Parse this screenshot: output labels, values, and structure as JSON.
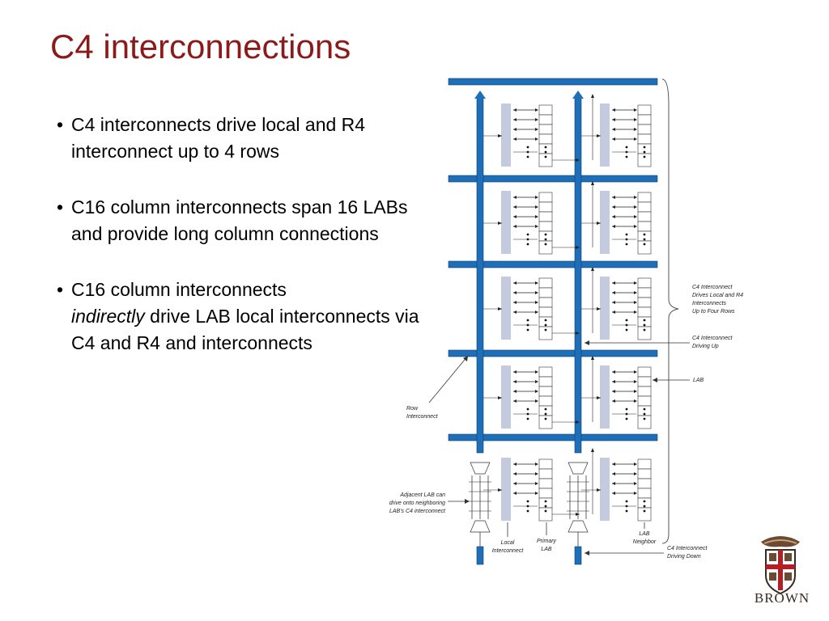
{
  "title": "C4 interconnections",
  "bullets": [
    {
      "text": "C4 interconnects drive local and R4 interconnect up to 4 rows"
    },
    {
      "text_pre": "C16 column interconnects span 16 LABs and provide long column connections"
    },
    {
      "emph": "indirectly",
      "text_pre": "C16 column interconnects",
      "text_post": "drive LAB local interconnects via C4 and R4 and interconnects"
    }
  ],
  "diagram": {
    "labels": {
      "c4_drives_local_r4": [
        "C4 Interconnect",
        "Drives Local and R4",
        "Interconnects",
        "Up to Four Rows"
      ],
      "c4_driving_up": [
        "C4 Interconnect",
        "Driving Up"
      ],
      "lab": "LAB",
      "row_interconnect": [
        "Row",
        "Interconnect"
      ],
      "adjacent_lab": [
        "Adjacent LAB can",
        "drive onto neighboring",
        "LAB's C4 interconnect"
      ],
      "local_interconnect": [
        "Local",
        "Interconnect"
      ],
      "primary_lab": [
        "Primary",
        "LAB"
      ],
      "lab_neighbor": [
        "LAB",
        "Neighbor"
      ],
      "c4_driving_down": [
        "C4 Interconnect",
        "Driving Down"
      ]
    },
    "colors": {
      "bus": "#1e6eb8",
      "bus_edge": "#0d3f70",
      "lab_lines": "#5a6aa0"
    }
  },
  "logo": {
    "text": "BROWN",
    "icon": "brown-shield-icon"
  }
}
